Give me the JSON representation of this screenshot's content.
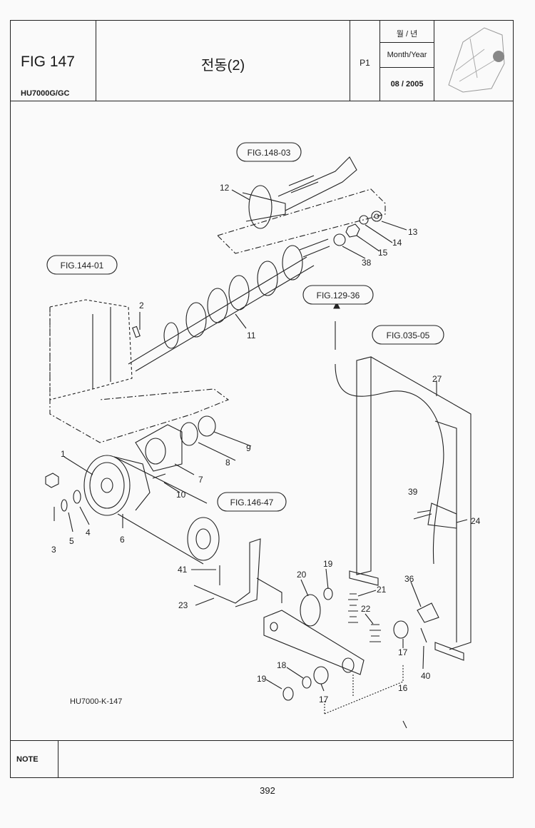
{
  "header": {
    "fig_number": "FIG 147",
    "model": "HU7000G/GC",
    "title": "전동(2)",
    "page_code": "P1",
    "month_year_kr": "월 / 년",
    "month_year_en": "Month/Year",
    "date": "08 / 2005"
  },
  "references": {
    "fig_148_03": "FIG.148-03",
    "fig_144_01": "FIG.144-01",
    "fig_129_36": "FIG.129-36",
    "fig_035_05": "FIG.035-05",
    "fig_146_47": "FIG.146-47"
  },
  "part_numbers": {
    "p1": "1",
    "p2": "2",
    "p3": "3",
    "p4": "4",
    "p5": "5",
    "p6": "6",
    "p7": "7",
    "p8": "8",
    "p9": "9",
    "p10": "10",
    "p11": "11",
    "p12": "12",
    "p13": "13",
    "p14": "14",
    "p15": "15",
    "p16": "16",
    "p17a": "17",
    "p17b": "17",
    "p18": "18",
    "p19a": "19",
    "p19b": "19",
    "p20": "20",
    "p21": "21",
    "p22": "22",
    "p23": "23",
    "p24": "24",
    "p27": "27",
    "p36": "36",
    "p38": "38",
    "p39": "39",
    "p40": "40",
    "p41": "41"
  },
  "drawing_code": "HU7000-K-147",
  "note_label": "NOTE",
  "page_number": "392"
}
